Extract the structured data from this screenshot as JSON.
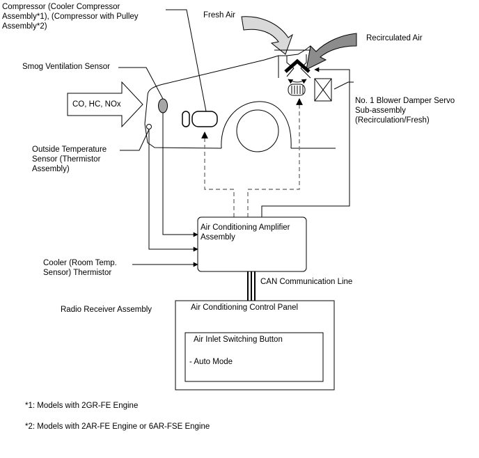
{
  "labels": {
    "compressor": "Compressor (Cooler Compressor\nAssembly*1), (Compressor with Pulley\nAssembly*2)",
    "fresh_air": "Fresh Air",
    "recirculated_air": "Recirculated Air",
    "smog_sensor": "Smog Ventilation Sensor",
    "co_hc_nox": "CO, HC, NOx",
    "damper_servo": "No. 1 Blower Damper Servo\nSub-assembly\n(Recirculation/Fresh)",
    "outside_temp_sensor": "Outside Temperature\nSensor (Thermistor\nAssembly)",
    "ac_amplifier": "Air Conditioning Amplifier\nAssembly",
    "room_temp_sensor": "Cooler (Room Temp.\nSensor) Thermistor",
    "can_line": "CAN Communication Line",
    "radio_receiver": "Radio Receiver Assembly",
    "control_panel": "Air Conditioning Control Panel",
    "inlet_button": "Air Inlet Switching Button",
    "auto_mode": "- Auto Mode"
  },
  "footnotes": {
    "note1": "*1: Models with 2GR-FE Engine",
    "note2": "*2: Models with 2AR-FE Engine or 6AR-FSE Engine"
  },
  "colors": {
    "line": "#000000",
    "dashed_line": "#777777",
    "arrow_fill": "#d9d9d9",
    "recirc_arrow_fill": "#8c8c8c",
    "sensor_fill": "#a6a6a6"
  }
}
